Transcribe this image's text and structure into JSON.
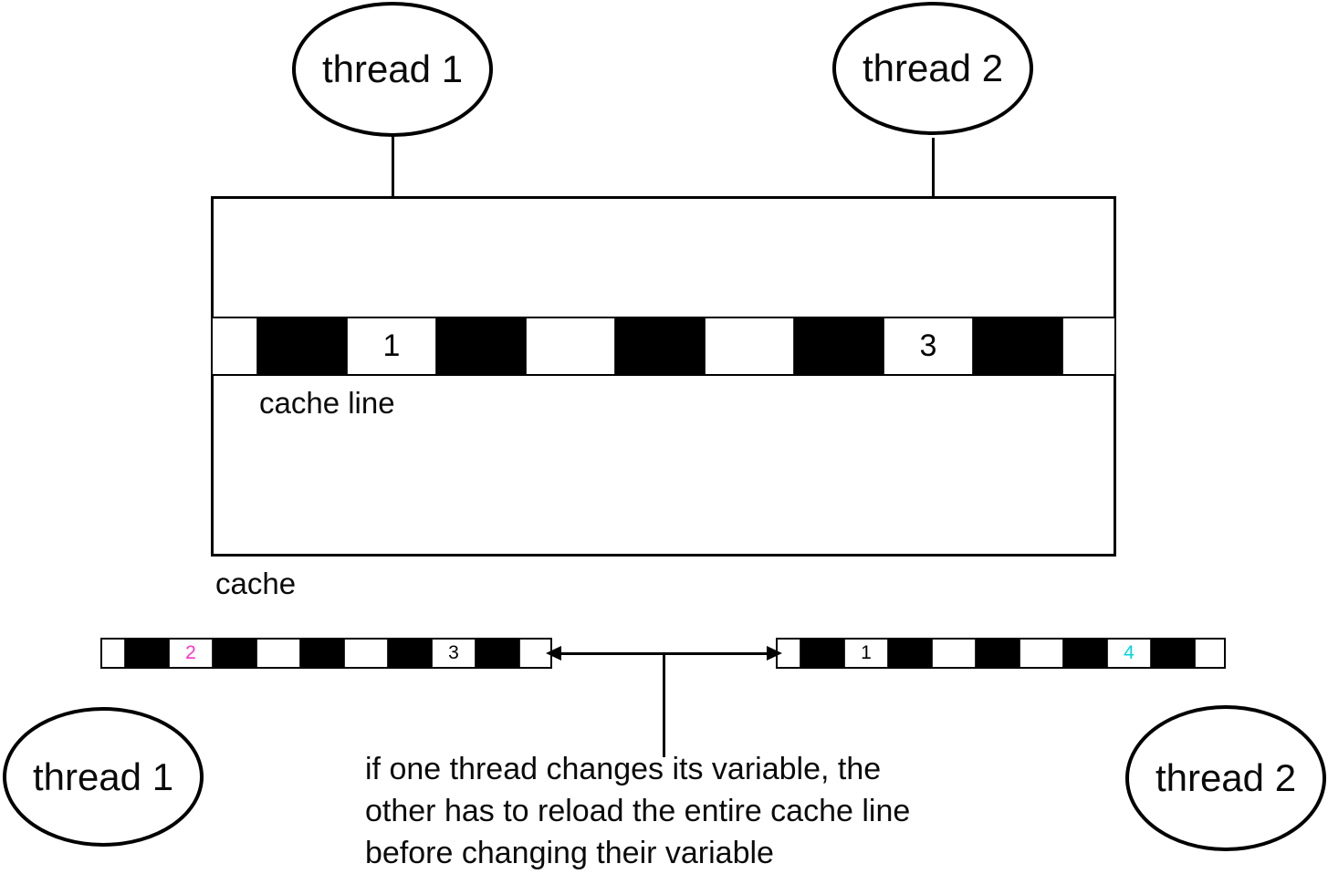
{
  "ellipses": {
    "top_left": "thread 1",
    "top_right": "thread 2",
    "bottom_left": "thread 1",
    "bottom_right": "thread 2"
  },
  "cache": {
    "label": "cache",
    "cache_line_label": "cache line",
    "cache_line_cells": [
      {
        "color": "white",
        "label": ""
      },
      {
        "color": "black",
        "label": ""
      },
      {
        "color": "white",
        "label": "1"
      },
      {
        "color": "black",
        "label": ""
      },
      {
        "color": "white",
        "label": ""
      },
      {
        "color": "black",
        "label": ""
      },
      {
        "color": "white",
        "label": ""
      },
      {
        "color": "black",
        "label": ""
      },
      {
        "color": "white",
        "label": "3"
      },
      {
        "color": "black",
        "label": ""
      },
      {
        "color": "white",
        "label": ""
      }
    ]
  },
  "thread1_copy": {
    "cells": [
      {
        "color": "white",
        "label": ""
      },
      {
        "color": "black",
        "label": ""
      },
      {
        "color": "white",
        "label": "2",
        "label_color": "#ff33cc"
      },
      {
        "color": "black",
        "label": ""
      },
      {
        "color": "white",
        "label": ""
      },
      {
        "color": "black",
        "label": ""
      },
      {
        "color": "white",
        "label": ""
      },
      {
        "color": "black",
        "label": ""
      },
      {
        "color": "white",
        "label": "3"
      },
      {
        "color": "black",
        "label": ""
      },
      {
        "color": "white",
        "label": ""
      }
    ]
  },
  "thread2_copy": {
    "cells": [
      {
        "color": "white",
        "label": ""
      },
      {
        "color": "black",
        "label": ""
      },
      {
        "color": "white",
        "label": "1"
      },
      {
        "color": "black",
        "label": ""
      },
      {
        "color": "white",
        "label": ""
      },
      {
        "color": "black",
        "label": ""
      },
      {
        "color": "white",
        "label": ""
      },
      {
        "color": "black",
        "label": ""
      },
      {
        "color": "white",
        "label": "4",
        "label_color": "#00d5e0"
      },
      {
        "color": "black",
        "label": ""
      },
      {
        "color": "white",
        "label": ""
      }
    ]
  },
  "caption": "if one thread changes its variable, the\nother has to reload the entire cache line\nbefore changing their variable",
  "colors": {
    "line": "#000000",
    "thread1_changed_value": "#ff33cc",
    "thread2_changed_value": "#00d5e0"
  }
}
